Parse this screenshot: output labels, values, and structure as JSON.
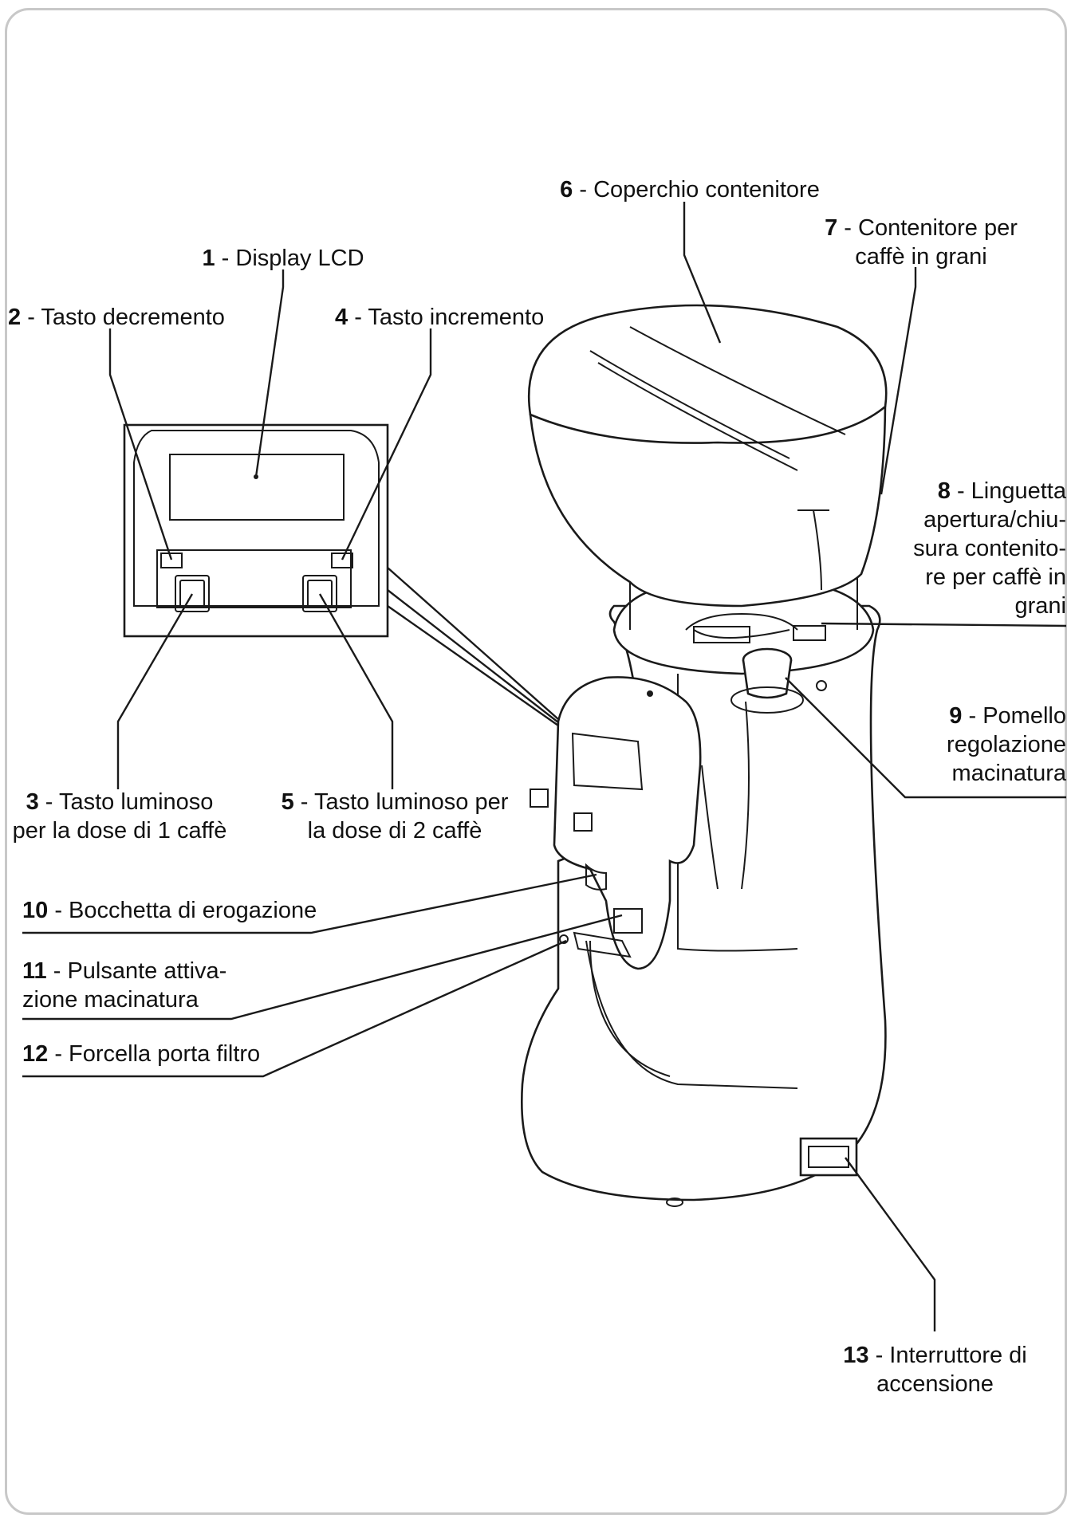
{
  "labels": [
    {
      "id": "1",
      "num": "1",
      "lines": [
        "- Display LCD"
      ]
    },
    {
      "id": "2",
      "num": "2",
      "lines": [
        "- Tasto decremento"
      ]
    },
    {
      "id": "3",
      "num": "3",
      "lines": [
        "- Tasto luminoso",
        "per la dose di 1 caffè"
      ]
    },
    {
      "id": "4",
      "num": "4",
      "lines": [
        "- Tasto incremento"
      ]
    },
    {
      "id": "5",
      "num": "5",
      "lines": [
        "- Tasto luminoso per",
        "la dose di 2 caffè"
      ]
    },
    {
      "id": "6",
      "num": "6",
      "lines": [
        "- Coperchio contenitore"
      ]
    },
    {
      "id": "7",
      "num": "7",
      "lines": [
        "- Contenitore per",
        "caffè in grani"
      ]
    },
    {
      "id": "8",
      "num": "8",
      "lines": [
        "- Linguetta",
        "apertura/chiu-",
        "sura contenito-",
        "re per caffè in",
        "grani"
      ]
    },
    {
      "id": "9",
      "num": "9",
      "lines": [
        "- Pomello",
        "regolazione",
        "macinatura"
      ]
    },
    {
      "id": "10",
      "num": "10",
      "lines": [
        "- Bocchetta di erogazione"
      ]
    },
    {
      "id": "11",
      "num": "11",
      "lines": [
        "- Pulsante attiva-",
        "zione macinatura"
      ]
    },
    {
      "id": "12",
      "num": "12",
      "lines": [
        "- Forcella porta filtro"
      ]
    },
    {
      "id": "13",
      "num": "13",
      "lines": [
        "- Interruttore di",
        "accensione"
      ]
    }
  ]
}
